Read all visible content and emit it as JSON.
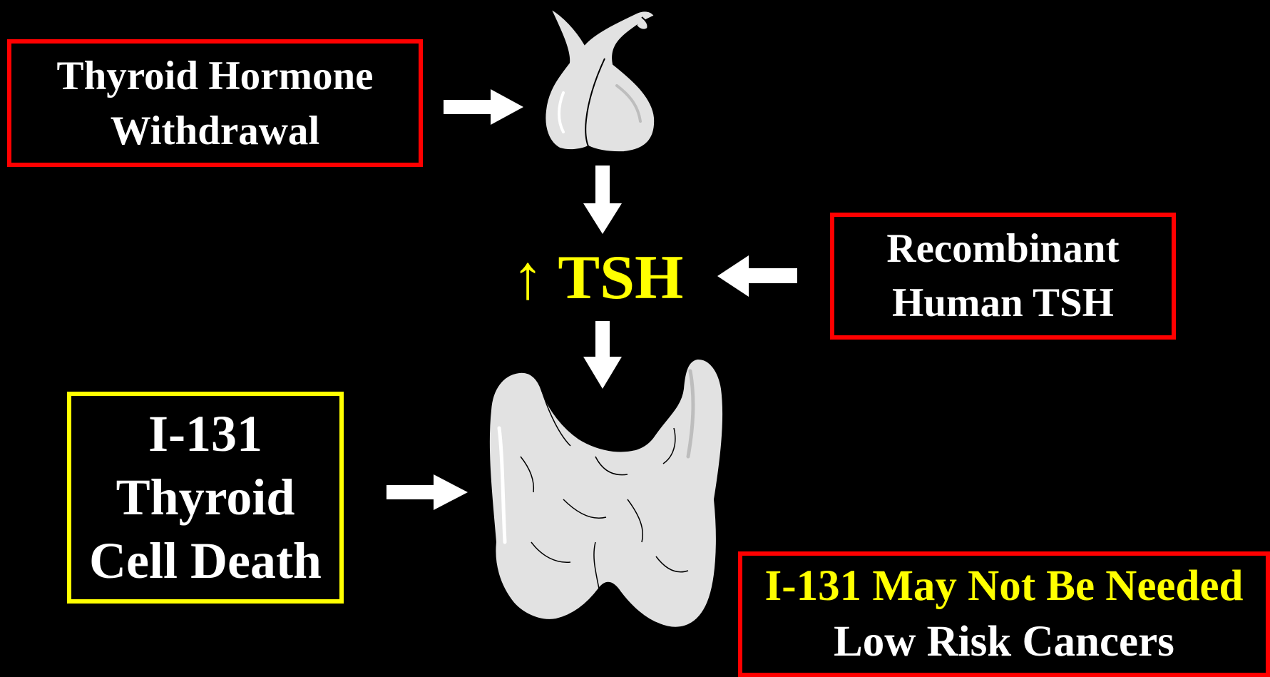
{
  "diagram": {
    "withdrawal": {
      "line1": "Thyroid Hormone",
      "line2": "Withdrawal"
    },
    "tsh": {
      "label": "↑ TSH"
    },
    "rhtsh": {
      "line1": "Recombinant",
      "line2": "Human TSH"
    },
    "i131_death": {
      "line1": "I-131",
      "line2": "Thyroid",
      "line3": "Cell Death"
    },
    "low_risk": {
      "line1": "I-131 May Not Be Needed",
      "line2": "Low Risk Cancers"
    }
  },
  "colors": {
    "background": "#000000",
    "red_border": "#ff0000",
    "yellow_accent": "#ffff00",
    "text": "#ffffff",
    "organ_fill": "#e2e2e2",
    "organ_outline": "#000000"
  },
  "icons": [
    "pituitary-gland-icon",
    "thyroid-gland-icon",
    "arrow-right-icon",
    "arrow-down-icon",
    "arrow-left-icon"
  ]
}
